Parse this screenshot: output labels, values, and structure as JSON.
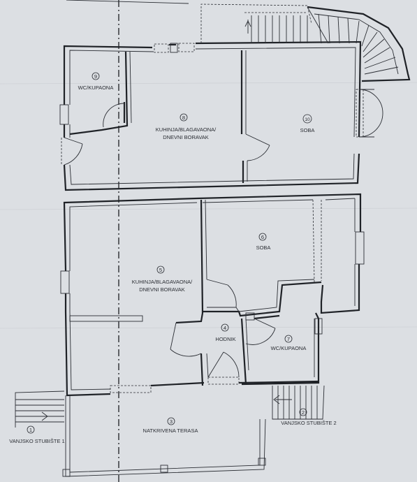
{
  "rooms": [
    {
      "number": "9",
      "label": "WC/KUPAONA"
    },
    {
      "number": "8",
      "label_line1": "KUHINJA/BLAGAVAONA/",
      "label_line2": "DNEVNI BORAVAK"
    },
    {
      "number": "10",
      "label": "SOBA"
    },
    {
      "number": "6",
      "label": "SOBA"
    },
    {
      "number": "5",
      "label_line1": "KUHINJA/BLAGAVAONA/",
      "label_line2": "DNEVNI BORAVAK"
    },
    {
      "number": "4",
      "label": "HODNIK"
    },
    {
      "number": "7",
      "label": "WC/KUPAONA"
    },
    {
      "number": "3",
      "label": "NATKRIVENA TERASA"
    },
    {
      "number": "1",
      "label": "VANJSKO STUBIŠTE 1"
    },
    {
      "number": "2",
      "label": "VANJSKO STUBIŠTE 2"
    }
  ],
  "colors": {
    "background": "#dcdfe3",
    "line": "#1f2227"
  }
}
